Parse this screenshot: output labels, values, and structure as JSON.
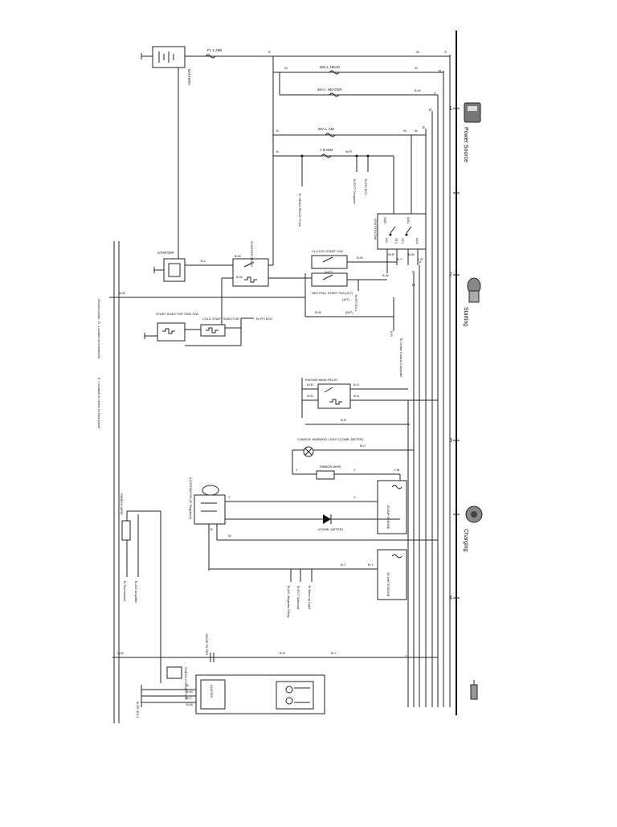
{
  "sections": {
    "power_source": "Power Source",
    "starting": "Starting",
    "charging": "Charging"
  },
  "section_numbers": [
    "1",
    "2",
    "3",
    "4"
  ],
  "section_letters": [
    "A",
    "B",
    "C",
    "D",
    "E",
    "F",
    "G",
    "H",
    "J"
  ],
  "fuses": {
    "fl": "FL 1.25B",
    "head": "60A L.HEAD",
    "heater": "40A f. HEATER",
    "am1": "50A L.AM",
    "am2": "7.5 AM2"
  },
  "components": {
    "battery": "BATTERY",
    "starter": "STARTER",
    "starter_relay": "STARTER RELAY",
    "ignition_sw": "IGNITION S/W",
    "clutch_start_sw": "CLUTCH START S/W",
    "neutral_start_sw": "NEUTRAL START S/W (A/T)",
    "start_injector_time_sw": "START INJECTOR TIME S/W",
    "cold_start_injector": "COLD START INJECTOR",
    "engine_main_relay": "ENGINE MAIN RELAY",
    "charge_warning_light": "CHARGE WARNING LIGHT (COMB. METER)",
    "ribbon_wire": "RIBBON WIRE",
    "ribbon_wire_left": "RIBBON WIRE",
    "alternator": "ALTERNATOR (IC Regulator)",
    "comb_meter": "(COMB. METER)",
    "amp_engine_1": "15 AMP ENGINE",
    "amp_engine_2": "15 AMP ENGINE",
    "check_connector": "CHECK CONNECTOR",
    "igniter": "IGNITER",
    "noise_filter": "NOISE FILTER"
  },
  "ig_switch_terminals": [
    "AM2",
    "AM1",
    "IG2",
    "ST2",
    "ST1",
    "ACC"
  ],
  "ig_switch_wire_colors": [
    "W-R",
    "B-Y",
    "B-W",
    "L-R"
  ],
  "wire_colors": {
    "b": "B",
    "w": "W",
    "br": "B-R",
    "bw": "B-W",
    "wr": "W-R",
    "bo": "B-O",
    "y": "Y",
    "yw": "Y-W",
    "by": "B-Y",
    "wb": "W-B",
    "lr": "L-R",
    "bl": "B-L",
    "mt": "(M/T)",
    "at": "(A/T)"
  },
  "destinations": {
    "head_relay": "To 'HEAD RELAY' Fuse",
    "ecu_computer": "To ECT Computer",
    "efi_ecu_top": "To EFI ECU",
    "efi_ecu_mid": "To EFI ECU",
    "efi_ecu_lower": "To EFI ECU",
    "efi_ecu_bottom": "To EFI ECU",
    "cruise_control": "To Cruise Control Computer",
    "back_up_light": "To Back-up Light",
    "ect_solenoid": "To ECT Solenoid",
    "ac_relay": "To A/C Magnetic Relay",
    "ac_amplifier": "To A/C Amplifier",
    "tachometer": "To Tachometer"
  },
  "notes": {
    "ground": "Ground points",
    "n1": "D : Located on Instrument",
    "n2": "E : Located on center of back panel"
  }
}
